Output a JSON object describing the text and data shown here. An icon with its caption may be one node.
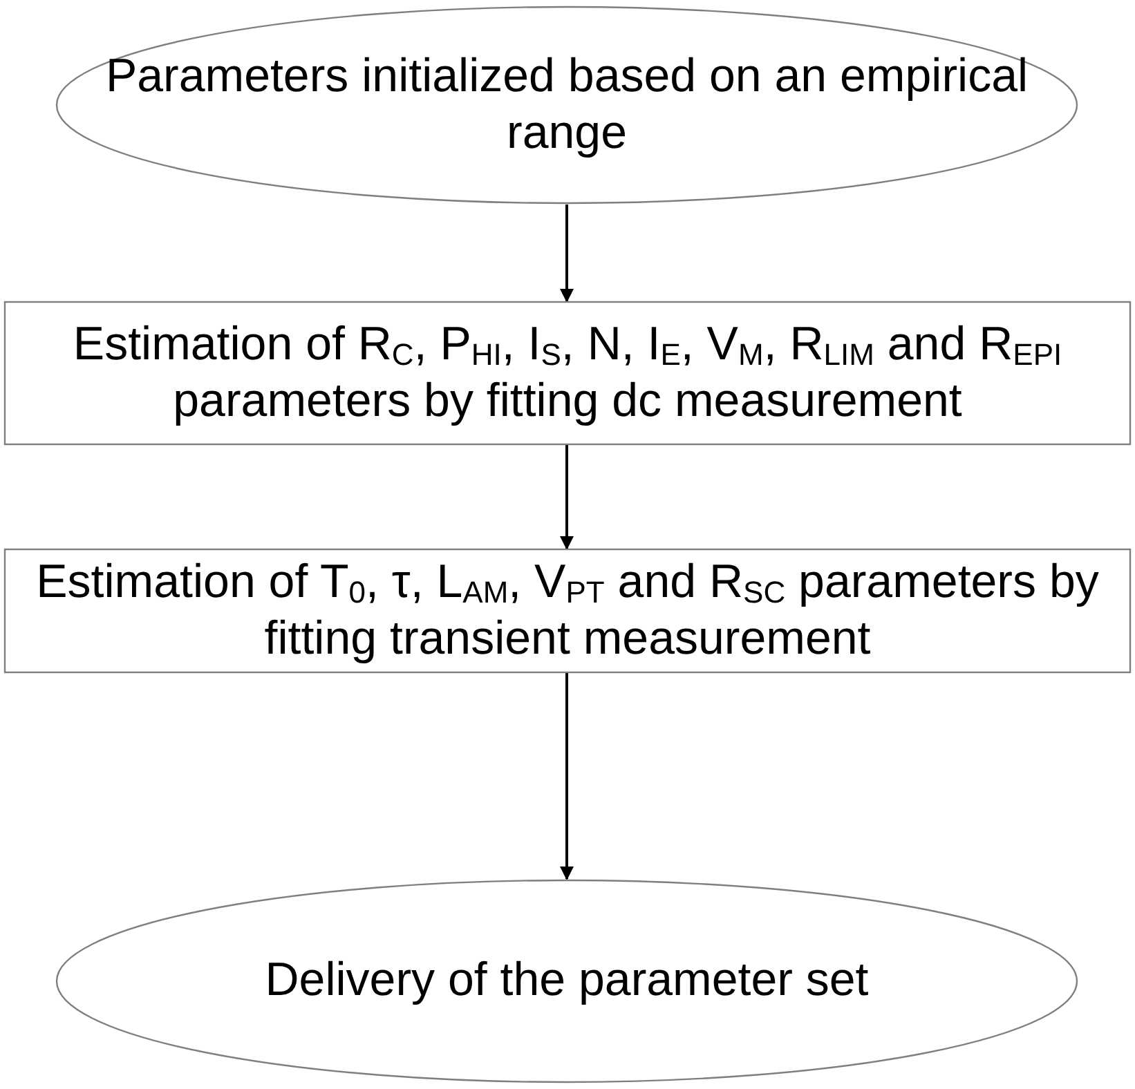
{
  "diagram": {
    "nodes": [
      {
        "text": [
          "Parameters initialized based on an empirical range"
        ]
      },
      {
        "text": [
          "Estimation of R$_{C}$, P$_{HI}$, I$_{S}$, N, I$_{E}$, V$_{M}$, R$_{LIM}$ and R$_{EPI}$ parameters by fitting dc measurement"
        ]
      },
      {
        "text": [
          "Estimation of T$_{0}$, τ, L$_{AM}$, V$_{PT}$ and R$_{SC}$ parameters by fitting transient measurement"
        ]
      },
      {
        "text": [
          "Delivery of the parameter set"
        ]
      }
    ],
    "edges": [
      {
        "from": 0,
        "to": 1,
        "arrow": "to"
      },
      {
        "from": 1,
        "to": 2,
        "arrow": "to"
      },
      {
        "from": 2,
        "to": 3,
        "arrow": "to"
      }
    ]
  }
}
